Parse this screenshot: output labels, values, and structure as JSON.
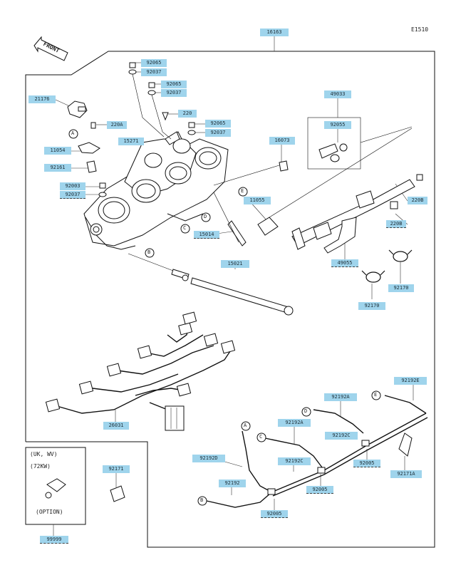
{
  "diagram": {
    "code": "E1510",
    "front_label": "FRONT",
    "inset": {
      "line1": "(UK, WV)",
      "line2": "(72KW)",
      "option": "(OPTION)"
    },
    "part_numbers": {
      "p16163": "16163",
      "p92065a": "92065",
      "p92037a": "92037",
      "p92065b": "92065",
      "p92037b": "92037",
      "p21176": "21176",
      "p220a": "220A",
      "p220": "220",
      "p92065c": "92065",
      "p92037c": "92037",
      "p49033": "49033",
      "p92055": "92055",
      "p16073": "16073",
      "p15271": "15271",
      "p11054": "11054",
      "p92161": "92161",
      "p92003": "92003",
      "p92037d": "92037",
      "p11055": "11055",
      "p220b": "220B",
      "p220b2": "220B",
      "p15014": "15014",
      "p49055": "49055",
      "p15021": "15021",
      "p92170a": "92170",
      "p92170b": "92170",
      "p26031": "26031",
      "p92171": "92171",
      "p92192e": "92192E",
      "p92192a_top": "92192A",
      "p92192a": "92192A",
      "p92192c": "92192C",
      "p92192c2": "92192C",
      "p92192d": "92192D",
      "p92192": "92192",
      "p92005a": "92005",
      "p92005b": "92005",
      "p92005c": "92005",
      "p92171a": "92171A",
      "p99999": "99999"
    },
    "letters": {
      "a1": "A",
      "a2": "A",
      "b1": "B",
      "b2": "B",
      "c1": "C",
      "c2": "C",
      "d1": "D",
      "d2": "D",
      "e1": "E",
      "e2": "E"
    }
  }
}
